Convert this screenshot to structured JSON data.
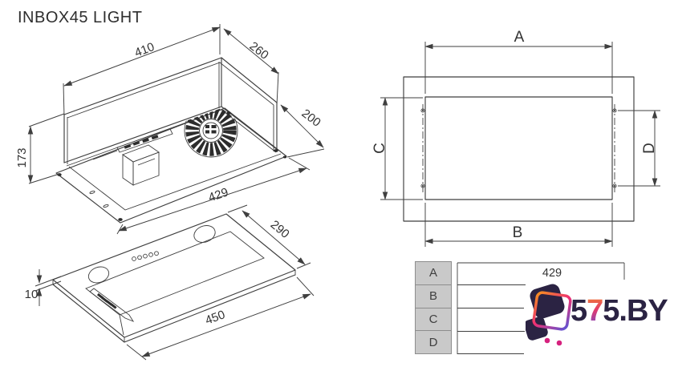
{
  "title": "INBOX45 LIGHT",
  "iso_view": {
    "dim_width_top": "410",
    "dim_depth": "260",
    "dim_height_total": "200",
    "dim_height_body": "173",
    "dim_width_bottom": "429"
  },
  "panel_view": {
    "dim_depth": "290",
    "dim_width": "450",
    "dim_thickness": "10"
  },
  "cutout_view": {
    "dim_top": "A",
    "dim_bottom": "B",
    "dim_left": "C",
    "dim_right": "D"
  },
  "spec_table": {
    "rows": [
      {
        "label": "A",
        "value": "429"
      },
      {
        "label": "B",
        "value": ""
      },
      {
        "label": "C",
        "value": ""
      },
      {
        "label": "D",
        "value": ""
      }
    ]
  },
  "watermark": {
    "brand_prefix": "5",
    "brand_accent": "7",
    "brand_suffix": "5.BY"
  },
  "colors": {
    "line": "#3f3f3f",
    "table_header_bg": "#c9c9c9",
    "table_border": "#8d8d8d",
    "logo_navy": "#2b2343",
    "logo_magenta": "#d6217e",
    "logo_gradient_start": "#f6921e",
    "logo_gradient_mid": "#ef2f73",
    "logo_gradient_end": "#5a55d6"
  }
}
